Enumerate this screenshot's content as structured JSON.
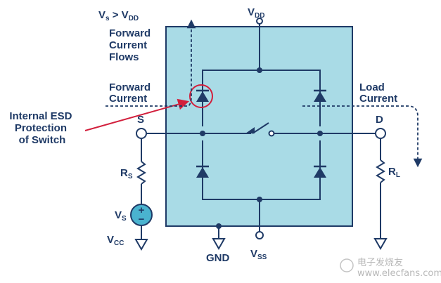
{
  "colors": {
    "chip_fill": "#a9dbe6",
    "wire": "#1f3a66",
    "label": "#1f3a66",
    "callout": "#d21f3c",
    "source_fill": "#4ab3cf",
    "watermark": "#b8b8b8"
  },
  "labels": {
    "condition_main": "V",
    "condition_sub_s": "s",
    "condition_gt": " > V",
    "condition_sub_dd": "DD",
    "forward_current_flows": [
      "Forward",
      "Current",
      "Flows"
    ],
    "forward_current": [
      "Forward",
      "Current"
    ],
    "load_current": [
      "Load",
      "Current"
    ],
    "esd_callout": [
      "Internal ESD",
      "Protection",
      "of Switch"
    ],
    "vdd_main": "V",
    "vdd_sub": "DD",
    "vss_main": "V",
    "vss_sub": "SS",
    "gnd": "GND",
    "s_pin": "S",
    "d_pin": "D",
    "rs_main": "R",
    "rs_sub": "S",
    "rl_main": "R",
    "rl_sub": "L",
    "vs_main": "V",
    "vs_sub": "S",
    "vcc_main": "V",
    "vcc_sub": "CC",
    "plus_sign": "+",
    "minus_sign": "−",
    "watermark": "电子发烧友",
    "watermark_url": "www.elecfans.com"
  }
}
